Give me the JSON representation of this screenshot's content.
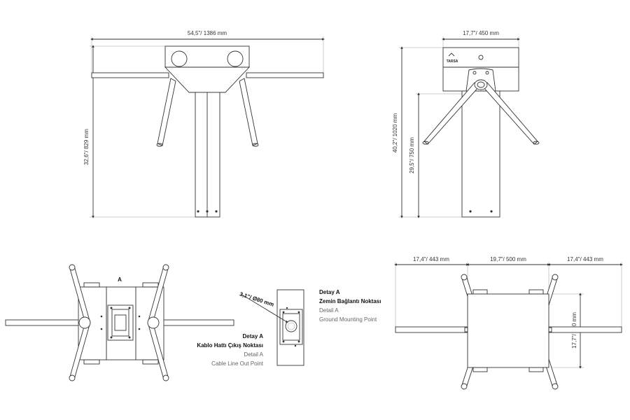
{
  "views": {
    "front": {
      "width_label": "54,5\"/ 1386 mm",
      "height_label": "32,6\"/ 829 mm"
    },
    "side": {
      "width_label": "17,7\"/ 450 mm",
      "total_height_label": "40,2\"/ 1020 mm",
      "arm_height_label": "29,5\"/ 750 mm",
      "logo": "TARSA"
    },
    "top_left": {
      "section_marker": "A"
    },
    "detail": {
      "diameter_label": "3,1\"/ Ø80 mm",
      "ground_title": "Detay A",
      "ground_title_tr": "Zemin Bağlantı Noktası",
      "ground_detail_en": "Detail A",
      "ground_desc_en": "Ground Mounting Point",
      "cable_title": "Detay A",
      "cable_title_tr": "Kablo Hattı Çıkış Noktası",
      "cable_detail_en": "Detail A",
      "cable_desc_en": "Cable Line Out Point"
    },
    "top_right": {
      "left_label": "17,4\"/ 443 mm",
      "center_label": "19,7\"/ 500 mm",
      "right_label": "17,4\"/ 443 mm",
      "depth_label": "17,7\"/ 450 mm"
    }
  },
  "colors": {
    "line": "#333333",
    "background": "#ffffff"
  }
}
